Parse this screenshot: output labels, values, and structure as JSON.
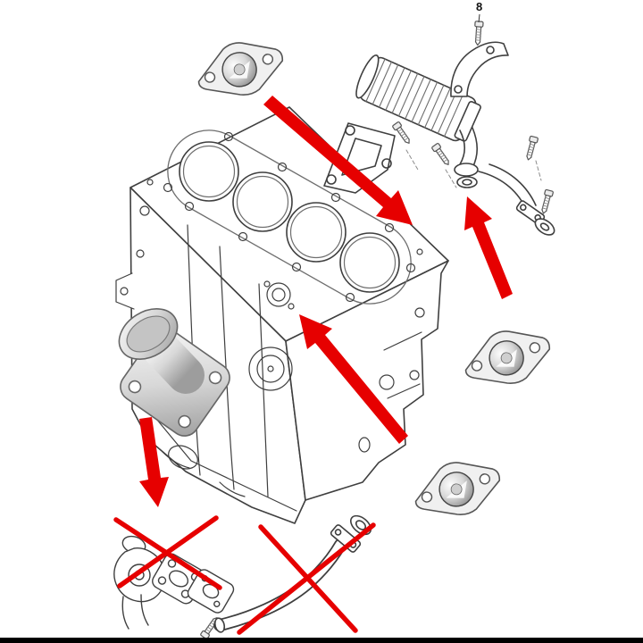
{
  "figure": {
    "callout_label": "8"
  },
  "colors": {
    "background": "#ffffff",
    "line": "#3f3f3f",
    "line_light": "#8c8c8c",
    "metal_light": "#f2f2f2",
    "highlight_red": "#e60000",
    "bottom_bar": "#000000"
  },
  "parts": {
    "engine_block": "engine cylinder block with four cylinder bores",
    "head_gasket": "head gasket outline on deck",
    "egr_cooler": "finned EGR cooler assembly",
    "cooler_bracket": "cooler mounting strap bracket",
    "triangle_bracket": "triangular support bracket",
    "bolt_callout_8": "bolt identified by callout 8",
    "blockoff_plate_top": "block-off plate with domed center",
    "blockoff_plate_middle": "block-off plate with domed center",
    "blockoff_plate_bottom": "block-off plate with domed center",
    "adapter_flange": "metal adapter flange with tube opening",
    "egr_valve": "EGR valve assembly (crossed out)",
    "egr_pipe_upper": "EGR pipe from cooler to flange",
    "egr_pipe_lower": "lower EGR pipe (crossed out)"
  },
  "annotations": {
    "red_arrows_count": 4,
    "cross_out_marks_count": 2
  }
}
